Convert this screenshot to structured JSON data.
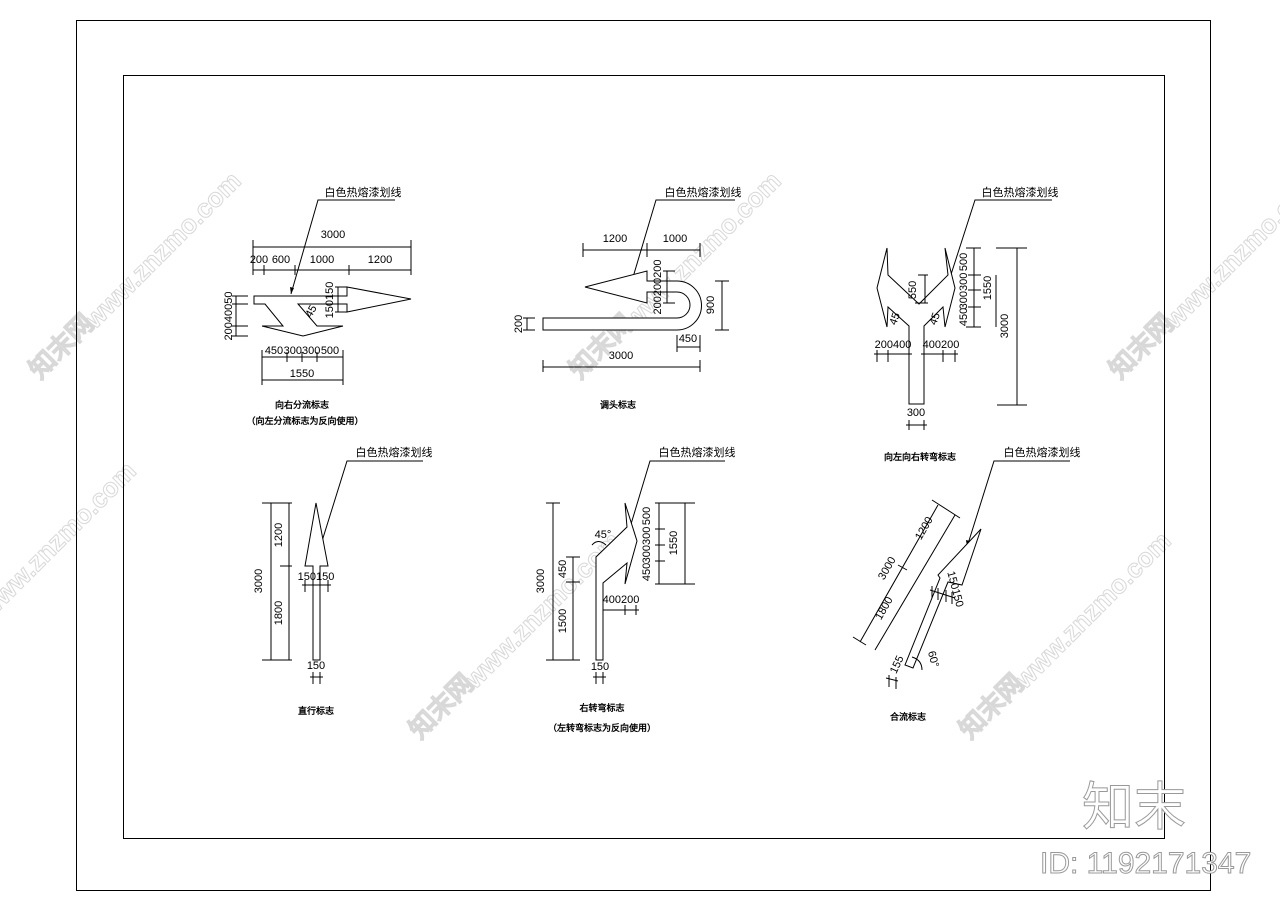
{
  "leader_label": "白色热熔漆划线",
  "panels": {
    "diverge": {
      "label": "白色热熔漆划线",
      "dims_top": {
        "total": "3000",
        "a": "200",
        "b": "600",
        "c": "1000",
        "d": "1200"
      },
      "dim_left": "20040050",
      "dim_head": "150150",
      "angle": "45",
      "dims_bottom": {
        "a": "450",
        "b": "300300",
        "c": "500",
        "total": "1550"
      },
      "caption": "向右分流标志",
      "note": "（向左分流标志为反向使用）"
    },
    "uturn": {
      "label": "白色热熔漆划线",
      "dims_top": {
        "a": "1200",
        "b": "1000"
      },
      "dim_head": "200200200",
      "dim_left": "200",
      "dim_right": "900",
      "dim_radius": "450",
      "dim_total": "3000",
      "caption": "调头标志"
    },
    "leftright": {
      "label": "白色热熔漆划线",
      "dim_550": "550",
      "angle_left": "45",
      "angle_right": "45",
      "dims_right": {
        "a": "500",
        "b": "300300",
        "c": "450",
        "mid": "1550",
        "total": "3000"
      },
      "dim_bl": "200400",
      "dim_br": "400200",
      "dim_stem": "300",
      "caption": "向左向右转弯标志"
    },
    "straight": {
      "label": "白色热熔漆划线",
      "dim_total": "3000",
      "dim_head": "1200",
      "dim_stem": "1800",
      "dim_width": "150150",
      "dim_stem_w": "150",
      "caption": "直行标志"
    },
    "rightturn": {
      "label": "白色热熔漆划线",
      "dim_total": "3000",
      "dim_450": "450",
      "dim_1500": "1500",
      "dims_right": {
        "a": "500",
        "b": "300300",
        "c": "450",
        "total": "1550"
      },
      "dim_w": "400200",
      "angle": "45°",
      "dim_stem": "150",
      "caption": "右转弯标志",
      "note": "（左转弯标志为反向使用）"
    },
    "merge": {
      "label": "白色热熔漆划线",
      "dim_total": "3000",
      "dim_head": "1200",
      "dim_stem": "1800",
      "dim_width": "150150",
      "angle": "60°",
      "dim_stem_w": "155",
      "caption": "合流标志"
    }
  },
  "watermark": {
    "url": "www.znzmo.com",
    "brand": "知末网"
  },
  "logo": {
    "text": "知末",
    "id": "ID: 1192171347"
  }
}
